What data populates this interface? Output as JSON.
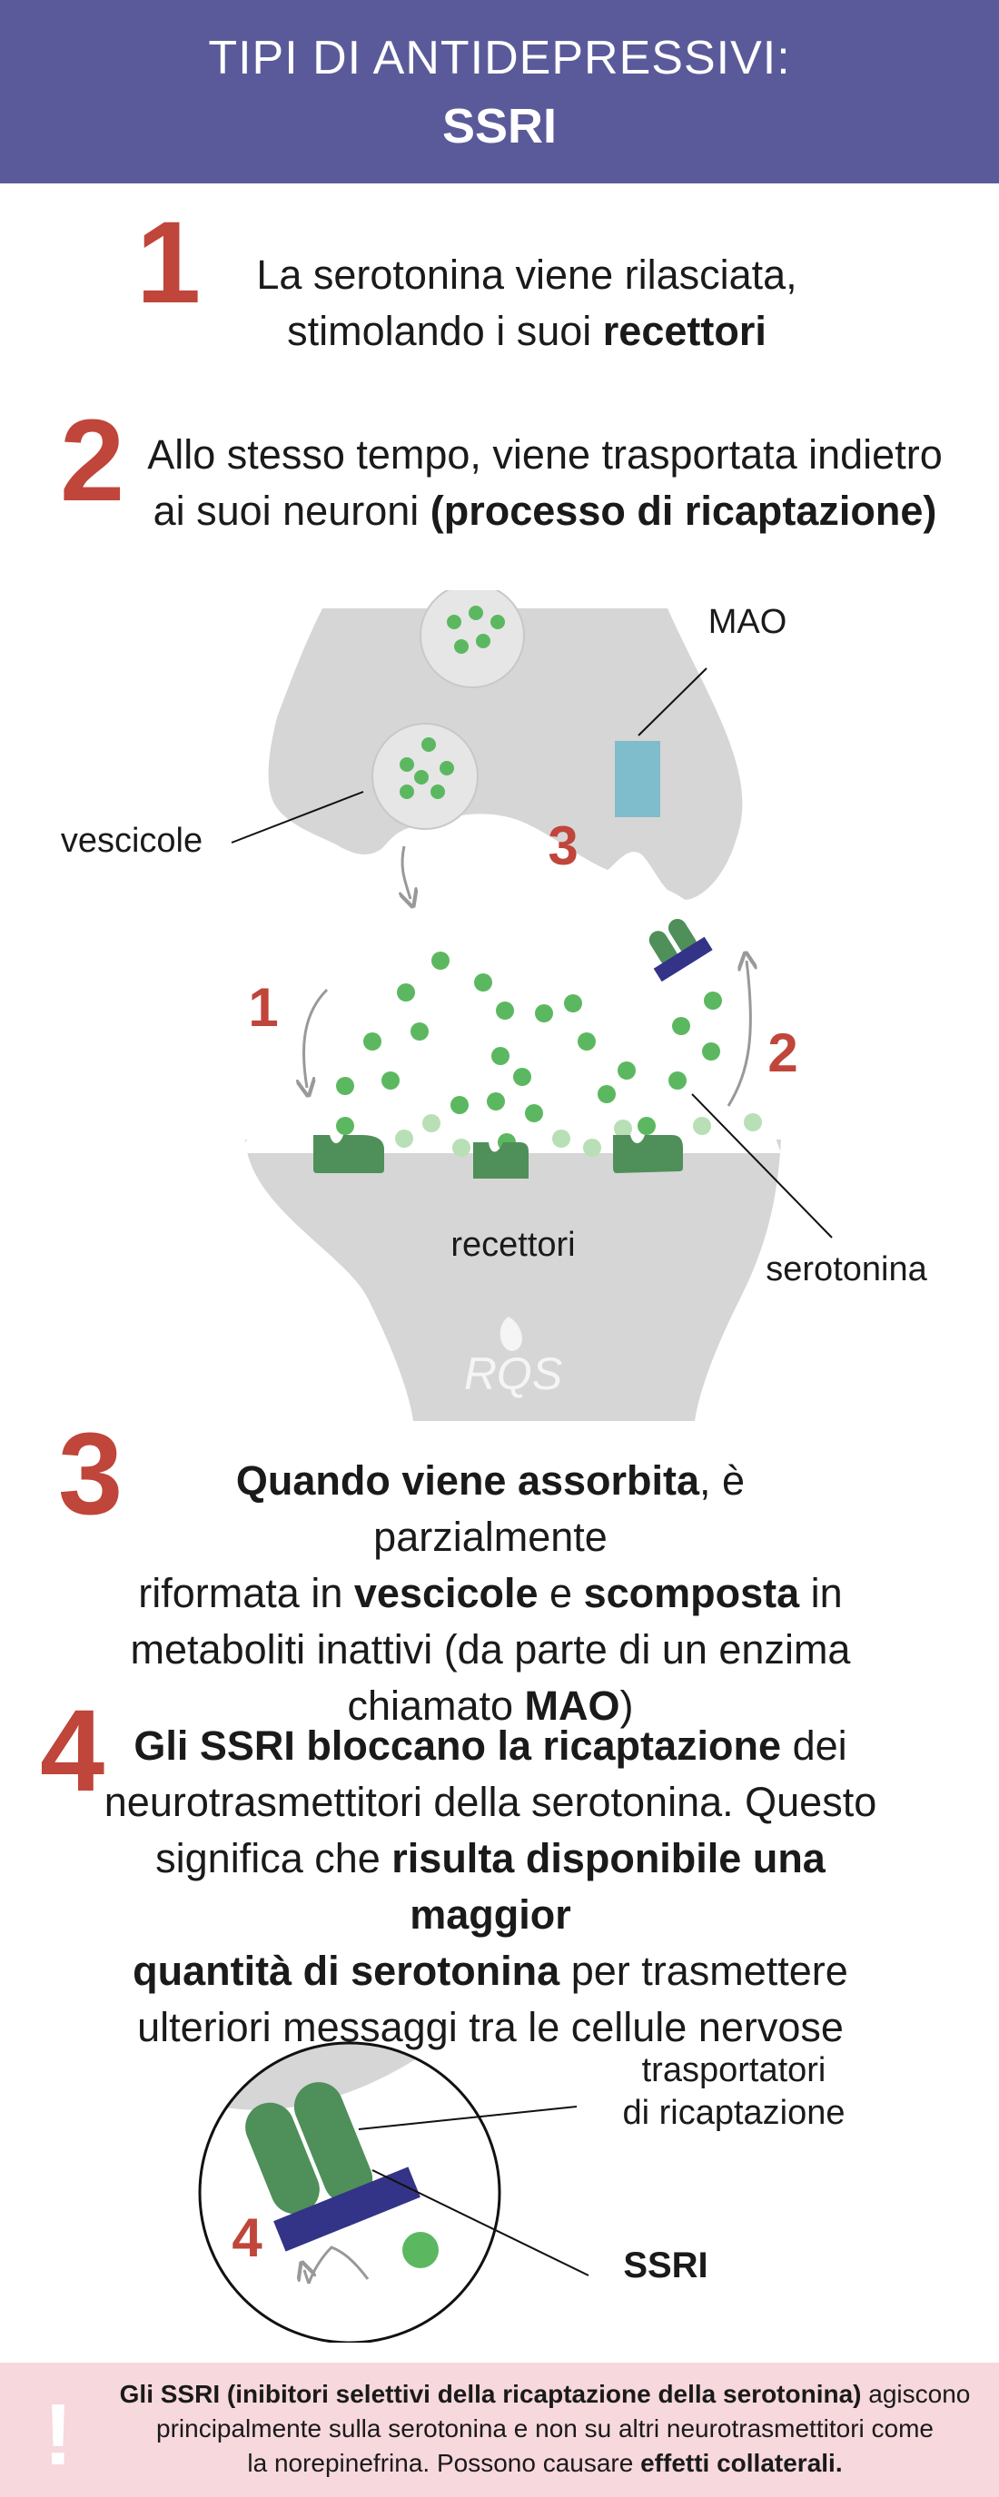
{
  "header": {
    "line1": "TIPI DI ANTIDEPRESSIVI:",
    "line2": "SSRI"
  },
  "steps": [
    {
      "number": "1",
      "parts": [
        {
          "t": "La serotonina viene rilasciata,",
          "b": false
        },
        {
          "t": "\nstimolando i suoi ",
          "b": false
        },
        {
          "t": "recettori",
          "b": true
        }
      ]
    },
    {
      "number": "2",
      "parts": [
        {
          "t": "Allo stesso tempo, viene trasportata indietro",
          "b": false
        },
        {
          "t": "\nai suoi neuroni ",
          "b": false
        },
        {
          "t": "(processo di ricaptazione)",
          "b": true
        }
      ]
    },
    {
      "number": "3",
      "parts": [
        {
          "t": "Quando viene assorbita",
          "b": true
        },
        {
          "t": ", è parzialmente",
          "b": false
        },
        {
          "t": "\nriformata in ",
          "b": false
        },
        {
          "t": "vescicole",
          "b": true
        },
        {
          "t": " e ",
          "b": false
        },
        {
          "t": "scomposta",
          "b": true
        },
        {
          "t": " in",
          "b": false
        },
        {
          "t": "\nmetaboliti inattivi (da parte di un enzima",
          "b": false
        },
        {
          "t": "\nchiamato ",
          "b": false
        },
        {
          "t": "MAO",
          "b": true
        },
        {
          "t": ")",
          "b": false
        }
      ]
    },
    {
      "number": "4",
      "parts": [
        {
          "t": "Gli SSRI bloccano la ricaptazione",
          "b": true
        },
        {
          "t": " dei",
          "b": false
        },
        {
          "t": "\nneurotrasmettitori della serotonina. Questo",
          "b": false
        },
        {
          "t": "\nsignifica che ",
          "b": false
        },
        {
          "t": "risulta disponibile una maggior",
          "b": true
        },
        {
          "t": "\n",
          "b": false
        },
        {
          "t": "quantità di serotonina",
          "b": true
        },
        {
          "t": " per trasmettere",
          "b": false
        },
        {
          "t": "\nulteriori messaggi tra le cellule nervose",
          "b": false
        }
      ]
    }
  ],
  "diagram": {
    "label_mao": "MAO",
    "label_vescicole": "vescicole",
    "label_recettori": "recettori",
    "label_serotonina": "serotonina",
    "marker_1": "1",
    "marker_2": "2",
    "marker_3": "3",
    "logo_text": "RQS"
  },
  "diagram2": {
    "label_trasportatori_1": "trasportatori",
    "label_trasportatori_2": "di ricaptazione",
    "label_ssri": "SSRI",
    "marker_4": "4"
  },
  "footer": {
    "icon": "exclamation-icon",
    "parts": [
      {
        "t": "Gli SSRI (inibitori selettivi della ricaptazione della serotonina)",
        "b": true
      },
      {
        "t": " agiscono",
        "b": false
      },
      {
        "t": "\nprincipalmente sulla serotonina e non su altri neurotrasmettitori come",
        "b": false
      },
      {
        "t": "\nla norepinefrina. Possono causare ",
        "b": false
      },
      {
        "t": "effetti collaterali.",
        "b": true
      }
    ]
  },
  "colors": {
    "header_bg": "#5a5a9a",
    "number_red": "#c0453a",
    "neuron_gray": "#d6d6d6",
    "serotonin_green": "#5cb860",
    "receptor_green": "#4f8f5a",
    "ssri_navy": "#333388",
    "mao_blue": "#7fbccc",
    "footer_bg": "#f6d8dd"
  }
}
